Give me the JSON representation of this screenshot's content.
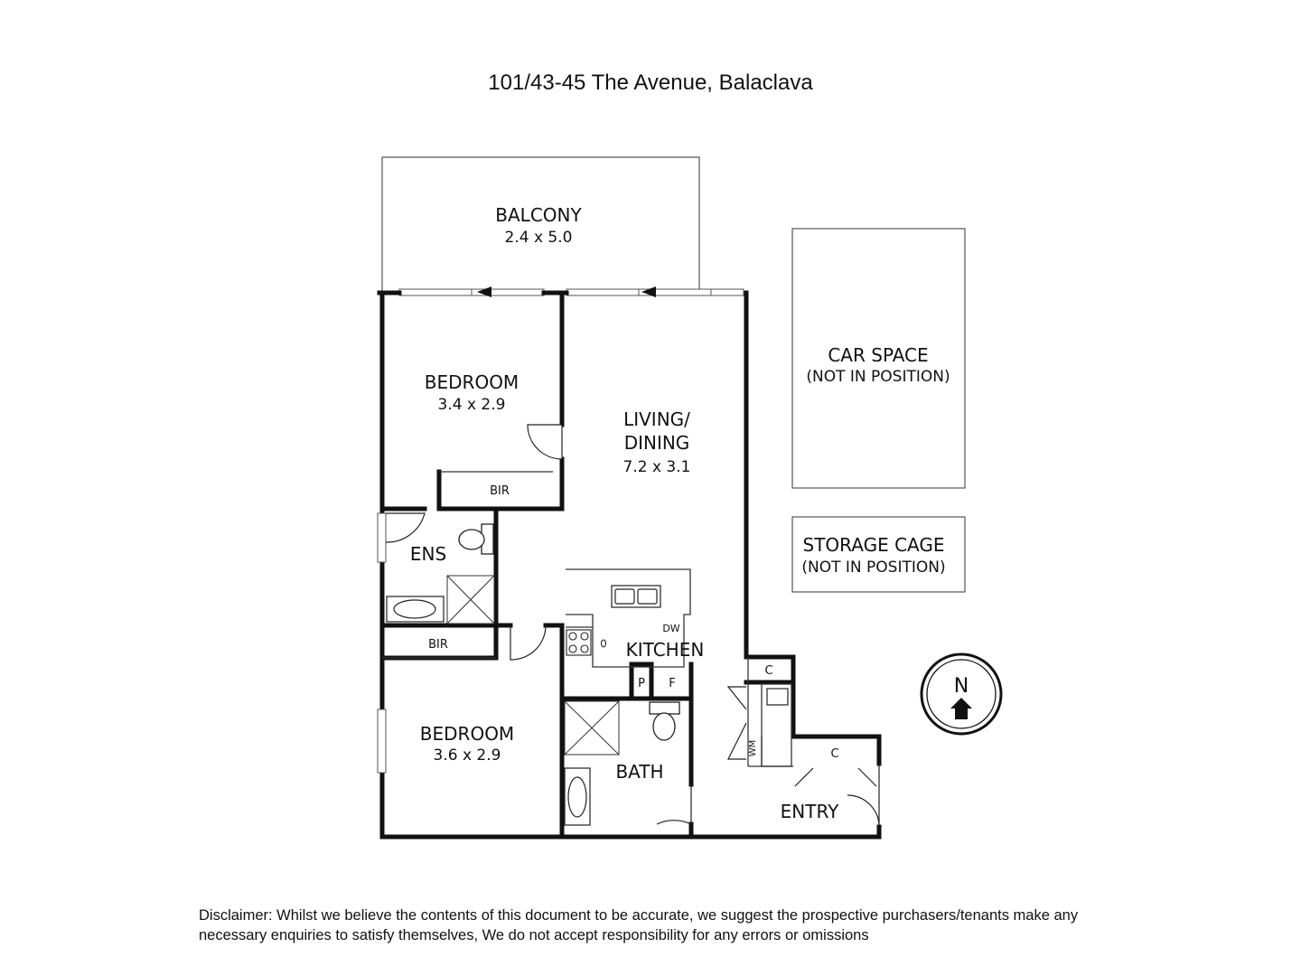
{
  "title": "101/43-45 The Avenue, Balaclava",
  "rooms": {
    "balcony": {
      "name": "BALCONY",
      "size": "2.4 x 5.0"
    },
    "bedroom1": {
      "name": "BEDROOM",
      "size": "3.4 x 2.9"
    },
    "living": {
      "name_line1": "LIVING/",
      "name_line2": "DINING",
      "size": "7.2 x 3.1"
    },
    "bir1": {
      "name": "BIR"
    },
    "ens": {
      "name": "ENS"
    },
    "bir2": {
      "name": "BIR"
    },
    "kitchen": {
      "name": "KITCHEN"
    },
    "bedroom2": {
      "name": "BEDROOM",
      "size": "3.6 x 2.9"
    },
    "bath": {
      "name": "BATH"
    },
    "entry": {
      "name": "ENTRY"
    }
  },
  "fixtures": {
    "dishwasher": "DW",
    "pantry": "P",
    "fridge": "F",
    "cupboard1": "C",
    "cupboard2": "C",
    "washing_machine": "WM"
  },
  "car_space": {
    "line1": "CAR SPACE",
    "line2": "(NOT IN POSITION)"
  },
  "storage_cage": {
    "line1": "STORAGE CAGE",
    "line2": "(NOT IN POSITION)"
  },
  "compass": {
    "label": "N"
  },
  "disclaimer": "Disclaimer: Whilst we believe the contents of this document to be accurate, we suggest the prospective purchasers/tenants make any necessary enquiries to satisfy themselves, We do not accept responsibility for any errors or omissions"
}
